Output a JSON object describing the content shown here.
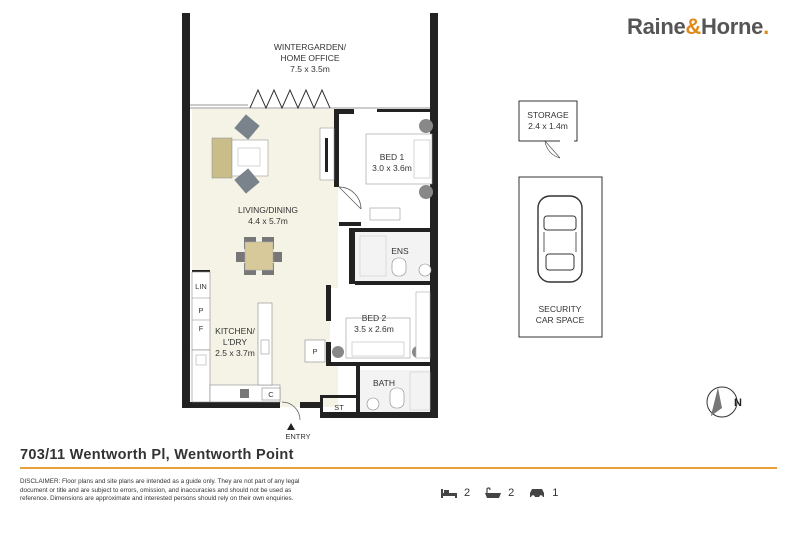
{
  "brand": {
    "part1": "Raine",
    "amp": "&",
    "part2": "Horne",
    "mark": "."
  },
  "address": "703/11 Wentworth Pl, Wentworth Point",
  "disclaimer": "DISCLAIMER: Floor plans and site plans are intended as a guide only. They are not part of any legal document or title and are subject to errors, omission, and inaccuracies and should not be used as reference. Dimensions are approximate and interested persons should rely on their own enquiries.",
  "rooms": {
    "wintergarden": {
      "name1": "WINTERGARDEN/",
      "name2": "HOME OFFICE",
      "dim": "7.5 x 3.5m"
    },
    "living": {
      "name": "LIVING/DINING",
      "dim": "4.4 x 5.7m"
    },
    "bed1": {
      "name": "BED 1",
      "dim": "3.0 x 3.6m"
    },
    "ens": {
      "name": "ENS"
    },
    "bed2": {
      "name": "BED 2",
      "dim": "3.5 x 2.6m"
    },
    "bath": {
      "name": "BATH"
    },
    "kitchen": {
      "name1": "KITCHEN/",
      "name2": "L'DRY",
      "dim": "2.5 x 3.7m"
    },
    "lin": {
      "name": "LIN"
    },
    "p1": {
      "name": "P"
    },
    "f": {
      "name": "F"
    },
    "p2": {
      "name": "P"
    },
    "c": {
      "name": "C"
    },
    "st": {
      "name": "ST"
    },
    "storage": {
      "name": "STORAGE",
      "dim": "2.4 x 1.4m"
    },
    "carspace": {
      "name1": "SECURITY",
      "name2": "CAR SPACE"
    }
  },
  "entry": "ENTRY",
  "north": "N",
  "features": {
    "beds": "2",
    "baths": "2",
    "cars": "1"
  },
  "colors": {
    "accent": "#e9a23b",
    "brand_orange": "#e08a1e",
    "floor_living": "#f5f3e6",
    "floor_tile": "#f3f3f3",
    "wall": "#222222"
  }
}
